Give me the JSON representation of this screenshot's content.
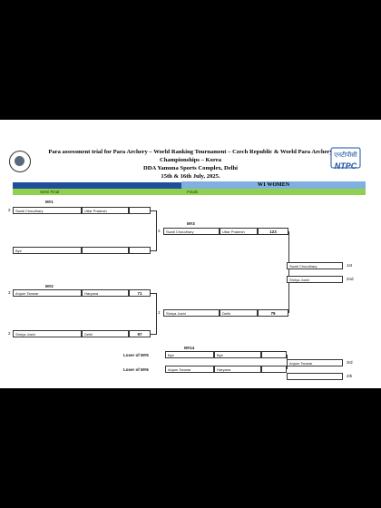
{
  "header": {
    "title_line1": "Para assessment trial for Para Archery – World Ranking  Tournament – Czech Republic & World Para Archery",
    "title_line2": "Championships – Korea",
    "venue": "DDA  Yamuna Sports Complex, Delhi",
    "dates": "15th & 16th July, 2025.",
    "logo_text": "NTPC",
    "logo_hindi": "एनटीपीसी"
  },
  "category": "W1 WOMEN",
  "rounds": {
    "semi": "Semi Final",
    "finals": "Finals"
  },
  "matches": {
    "m1": {
      "label": "M#1",
      "a": {
        "seed": "2",
        "name": "Swati Choudhary",
        "state": "Uttar Pradesh",
        "score": ""
      },
      "b": {
        "seed": "",
        "name": "Bye",
        "state": "",
        "score": ""
      }
    },
    "m2": {
      "label": "M#2",
      "a": {
        "seed": "3",
        "name": "Anjum Tanwar",
        "state": "Haryana",
        "score": "71"
      },
      "b": {
        "seed": "2",
        "name": "Shriya Joshi",
        "state": "Delhi",
        "score": "97"
      }
    },
    "m3": {
      "label": "M#3",
      "a": {
        "seed": "2",
        "name": "Swati Choudhary",
        "state": "Uttar Pradesh",
        "score": "123"
      },
      "b": {
        "seed": "2",
        "name": "Shriya Joshi",
        "state": "Delhi",
        "score": "79"
      }
    },
    "m14": {
      "label": "M#14",
      "a": {
        "label": "Loser of M#5",
        "name": "Bye",
        "state": "Bye",
        "score": ""
      },
      "b": {
        "label": "Loser of M#6",
        "name": "Anjum Tanwar",
        "state": "Haryana",
        "score": ""
      }
    }
  },
  "results": {
    "first": {
      "name": "Swati Choudhary",
      "place": "1st"
    },
    "second": {
      "name": "Shriya Joshi",
      "place": "2nd"
    },
    "third": {
      "name": "Anjum Tanwar",
      "place": "3rd"
    },
    "fourth": {
      "name": "",
      "place": "4th"
    }
  }
}
